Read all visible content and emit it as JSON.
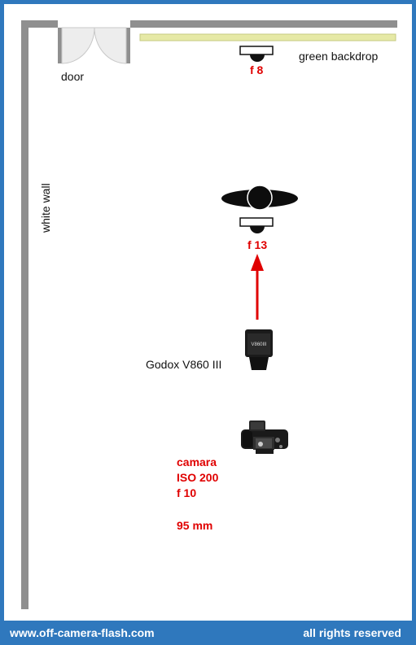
{
  "labels": {
    "door": "door",
    "green_backdrop": "green backdrop",
    "white_wall": "white wall",
    "bg_meter": "f 8",
    "subject_meter": "f 13",
    "flash": "Godox V860 III",
    "flash_brand": "V860III",
    "camera_lines": [
      "camara",
      "ISO 200",
      "f 10",
      "95 mm"
    ]
  },
  "footer": {
    "website": "www.off-camera-flash.com",
    "rights": "all rights reserved"
  },
  "colors": {
    "frame": "#2f78bd",
    "wall": "#8f8f8f",
    "backdrop": "#e6e9a6",
    "accent_red": "#e00000"
  }
}
